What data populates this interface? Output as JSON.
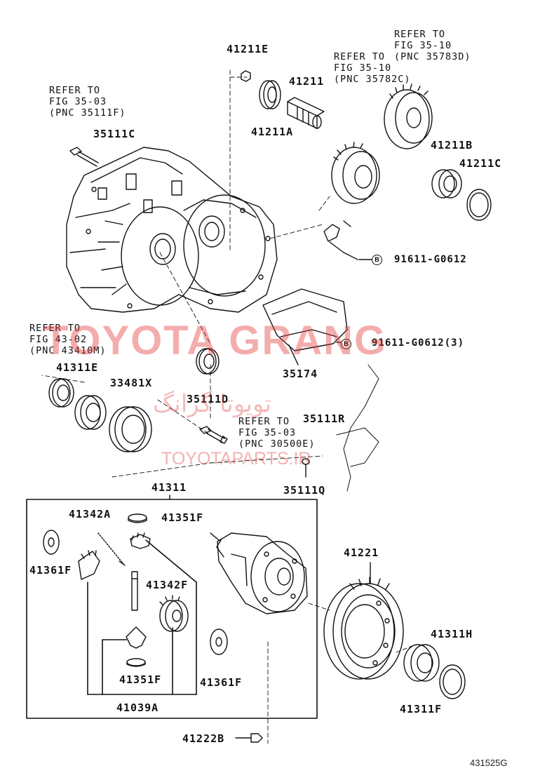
{
  "labels": {
    "p41211E": "41211E",
    "p41211": "41211",
    "p41211A": "41211A",
    "p41211B": "41211B",
    "p41211C": "41211C",
    "p35111C": "35111C",
    "p91611_1": "91611-G0612",
    "p91611_2": "91611-G0612(3)",
    "p35174": "35174",
    "p41311E": "41311E",
    "p33481X": "33481X",
    "p35111D": "35111D",
    "p35111R": "35111R",
    "p35111Q": "35111Q",
    "p41311": "41311",
    "p41342A": "41342A",
    "p41351F_top": "41351F",
    "p41361F_left": "41361F",
    "p41342F": "41342F",
    "p41351F_bot": "41351F",
    "p41361F_right": "41361F",
    "p41039A": "41039A",
    "p41221": "41221",
    "p41311H": "41311H",
    "p41311F": "41311F",
    "p41222B": "41222B",
    "bolt_mark": "B"
  },
  "refs": {
    "ref1": [
      "REFER TO",
      "FIG 35-03",
      "(PNC 35111F)"
    ],
    "ref2": [
      "REFER TO",
      "FIG 35-10",
      "(PNC 35783D)"
    ],
    "ref3": [
      "REFER TO",
      "FIG 35-10",
      "(PNC 35782C)"
    ],
    "ref4": [
      "REFER TO",
      "FIG 43-02",
      "(PNC 43410M)"
    ],
    "ref5": [
      "REFER TO",
      "FIG 35-03",
      "(PNC 30500E)"
    ]
  },
  "watermark": {
    "main": "TOYOTA GRANG",
    "farsi": "تویوتا گرانگ",
    "site": "TOYOTAPARTS.IR"
  },
  "figure_number": "431525G",
  "colors": {
    "line": "#111111",
    "watermark": "#e23c3c"
  }
}
